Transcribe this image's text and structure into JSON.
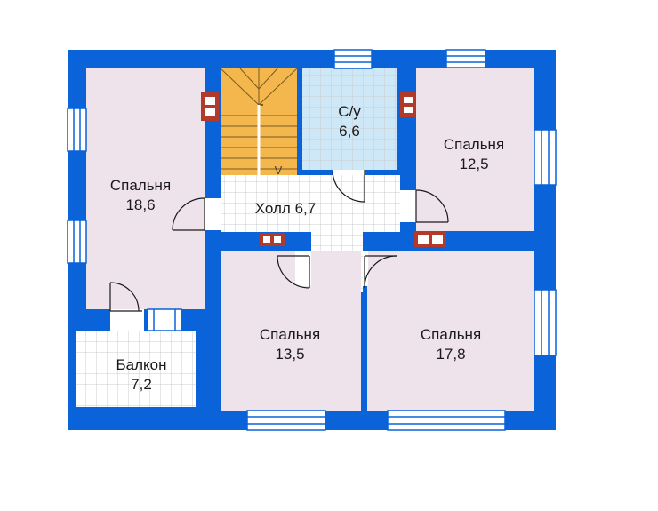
{
  "colors": {
    "wall": "#0a63d8",
    "room": "#eee3ea",
    "bathroom": "#cfe8f7",
    "hall": "#ffffff",
    "stairs": "#f4b74e",
    "balcony": "#ffffff",
    "vent": "#b23a2a",
    "window": "#ffffff",
    "grid": "#c8ccd2"
  },
  "rooms": {
    "bedroom_left": {
      "name": "Спальня",
      "area": "18,6"
    },
    "bathroom": {
      "name": "С/у",
      "area": "6,6"
    },
    "bedroom_top_right": {
      "name": "Спальня",
      "area": "12,5"
    },
    "hall": {
      "label": "Холл 6,7"
    },
    "bedroom_center": {
      "name": "Спальня",
      "area": "13,5"
    },
    "bedroom_bottom_right": {
      "name": "Спальня",
      "area": "17,8"
    },
    "balcony": {
      "name": "Балкон",
      "area": "7,2"
    }
  },
  "stairs_arrow": "V"
}
